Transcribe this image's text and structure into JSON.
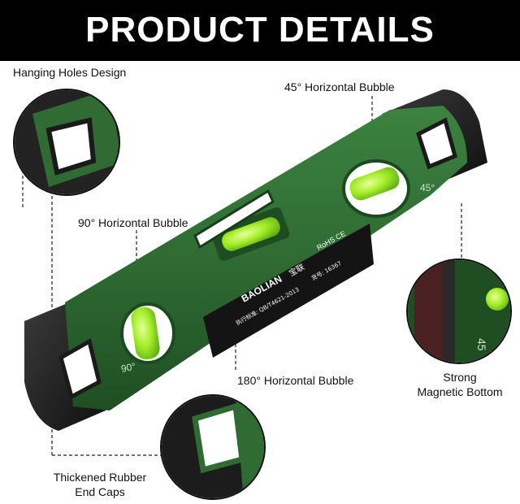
{
  "banner": {
    "title": "PRODUCT DETAILS"
  },
  "labels": {
    "hanging_holes": "Hanging Holes Design",
    "bubble_45": "45° Horizontal Bubble",
    "bubble_90": "90° Horizontal Bubble",
    "bubble_180": "180° Horizontal Bubble",
    "magnetic_line1": "Strong",
    "magnetic_line2": "Magnetic Bottom",
    "caps_line1": "Thickened Rubber",
    "caps_line2": "End Caps"
  },
  "product_markings": {
    "brand": "BAOLIAN",
    "brand_cn": "宝联",
    "standard": "执行标准: QB/T4621-2013",
    "model": "货号: 16367",
    "cert": "RoHS CE",
    "angle_45": "45°",
    "angle_90": "90°",
    "zoom_angle": "45"
  },
  "colors": {
    "body_green": "#2f6b33",
    "body_dark_green": "#1f4e23",
    "rubber": "#1c1c1c",
    "bubble_liquid": "#8fe31f",
    "banner_bg": "#000000"
  }
}
